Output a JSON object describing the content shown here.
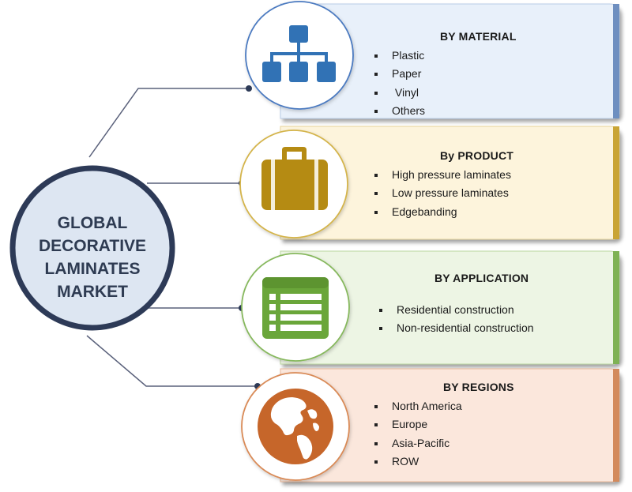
{
  "hub": {
    "lines": [
      "GLOBAL",
      "DECORATIVE",
      "LAMINATES",
      "MARKET"
    ]
  },
  "segments": [
    {
      "title": "BY MATERIAL",
      "icon": "hierarchy-icon",
      "accent": "#6e8fc0",
      "fill": "#e8f0fa",
      "icon_color": "#3172b5",
      "items": [
        "Plastic",
        "Paper",
        " Vinyl",
        "Others"
      ]
    },
    {
      "title": "By PRODUCT",
      "icon": "briefcase-icon",
      "accent": "#c9a434",
      "fill": "#fdf4dc",
      "icon_color": "#b58b13",
      "items": [
        "High pressure laminates",
        "Low pressure laminates",
        "Edgebanding"
      ]
    },
    {
      "title": "BY APPLICATION",
      "icon": "form-list-icon",
      "accent": "#7fb254",
      "fill": "#edf5e4",
      "icon_color": "#6aa63a",
      "items": [
        "Residential construction",
        "Non-residential construction"
      ]
    },
    {
      "title": "BY REGIONS",
      "icon": "globe-icon",
      "accent": "#d38a5c",
      "fill": "#fbe7dc",
      "icon_color": "#c6662a",
      "items": [
        "North America",
        "Europe",
        "Asia-Pacific",
        "ROW"
      ]
    }
  ]
}
